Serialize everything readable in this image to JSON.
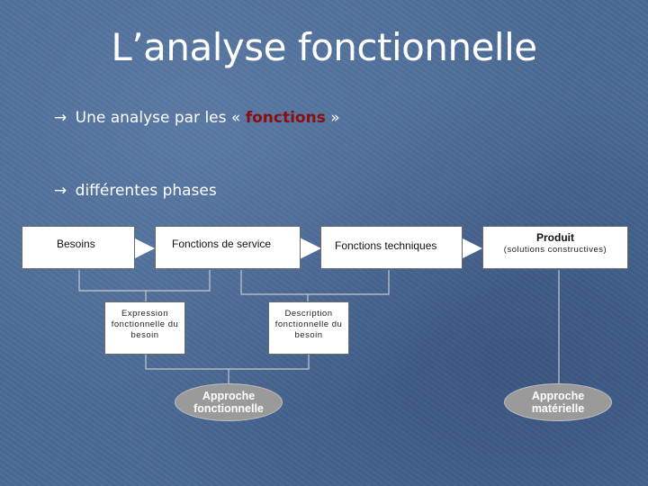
{
  "slide": {
    "title": "L’analyse fonctionnelle",
    "bullets": {
      "b1_prefix": "Une analyse par les « ",
      "b1_highlight": "fonctions",
      "b1_suffix": " »",
      "b2": "différentes phases"
    }
  },
  "diagram": {
    "besoins": "Besoins",
    "fonctions_service": "Fonctions de service",
    "fonctions_techniques": "Fonctions techniques",
    "produit": "Produit",
    "produit_sub": "(solutions constructives)",
    "expression_l1": "Expression",
    "expression_l2": "fonctionnelle du",
    "expression_l3": "besoin",
    "description_l1": "Description",
    "description_l2": "fonctionnelle du",
    "description_l3": "besoin",
    "approche_f_l1": "Approche",
    "approche_f_l2": "fonctionnelle",
    "approche_m_l1": "Approche",
    "approche_m_l2": "matérielle"
  },
  "colors": {
    "background": "#4a6a96",
    "highlight": "#8b0d0d",
    "ellipse": "#9a9a9a"
  }
}
